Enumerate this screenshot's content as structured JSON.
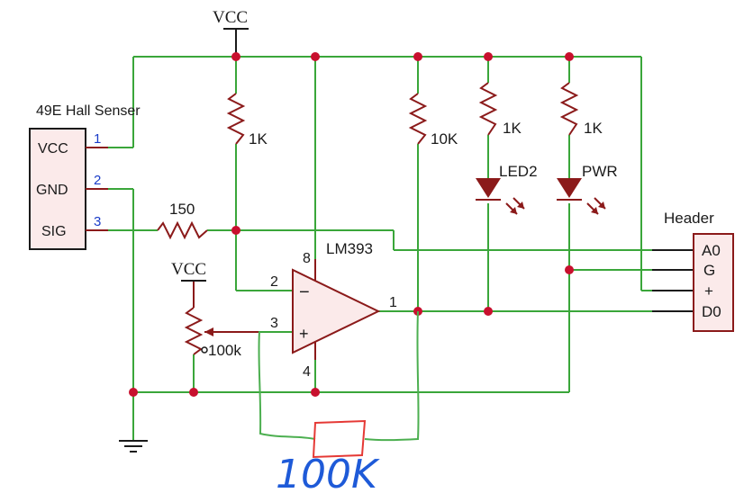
{
  "vcc_top": "VCC",
  "vcc_pot": "VCC",
  "sensor": {
    "title": "49E Hall Senser",
    "pins": [
      "VCC",
      "GND",
      "SIG"
    ],
    "pin_numbers": [
      "1",
      "2",
      "3"
    ]
  },
  "resistors": {
    "r_1k_left": "1K",
    "r_10k": "10K",
    "r_1k_led2": "1K",
    "r_1k_pwr": "1K",
    "r_150": "150",
    "pot": "100k"
  },
  "leds": {
    "led2": "LED2",
    "pwr": "PWR"
  },
  "comparator": {
    "name": "LM393",
    "pin_inv": "2",
    "pin_noninv": "3",
    "pin_out": "1",
    "pin_vcc": "8",
    "pin_gnd": "4",
    "minus": "−",
    "plus": "+"
  },
  "header": {
    "title": "Header",
    "pins": [
      "A0",
      "G",
      "+",
      "D0"
    ]
  },
  "annotation": {
    "text": "100K",
    "color": "#1e5ad8"
  },
  "colors": {
    "wire": "#3aa63a",
    "pin": "#8b1a1a",
    "junction": "#c8102e",
    "part": "#8b1a1a",
    "header_fill": "#fbeaea"
  }
}
